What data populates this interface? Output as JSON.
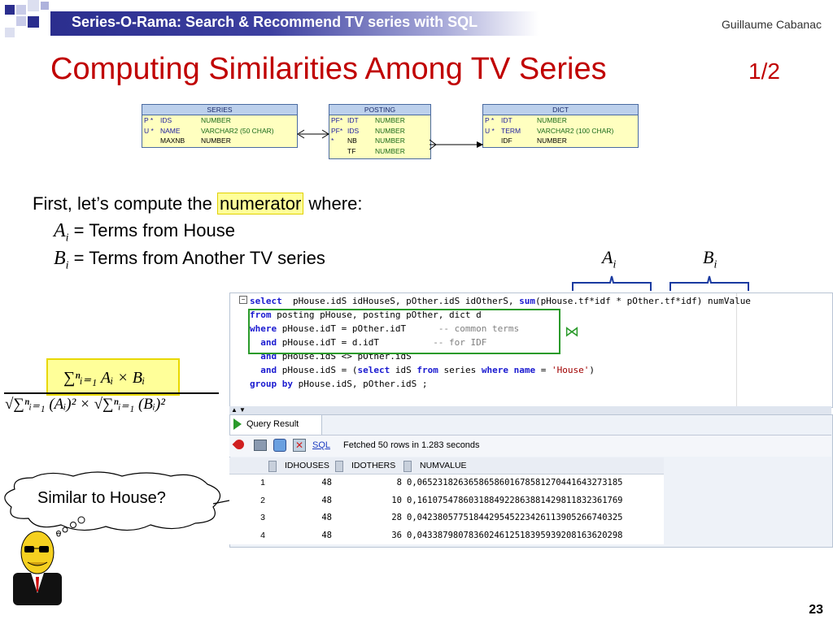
{
  "header": {
    "banner_title": "Series-O-Rama: Search & Recommend TV series with SQL",
    "author": "Guillaume Cabanac"
  },
  "slide": {
    "title": "Computing Similarities Among TV Series",
    "part": "1/2",
    "page_number": "23"
  },
  "schema": {
    "series": {
      "name": "SERIES",
      "rows": [
        {
          "key": "P  *",
          "col": "IDS",
          "type": "NUMBER"
        },
        {
          "key": "U  *",
          "col": "NAME",
          "type": "VARCHAR2 (50 CHAR)"
        },
        {
          "key": "",
          "col": "MAXNB",
          "type": "NUMBER"
        }
      ]
    },
    "posting": {
      "name": "POSTING",
      "rows": [
        {
          "key": "PF*",
          "col": "IDT",
          "type": "NUMBER"
        },
        {
          "key": "PF*",
          "col": "IDS",
          "type": "NUMBER"
        },
        {
          "key": "   *",
          "col": "NB",
          "type": "NUMBER"
        },
        {
          "key": "",
          "col": "TF",
          "type": "NUMBER"
        }
      ]
    },
    "dict": {
      "name": "DICT",
      "rows": [
        {
          "key": "P  *",
          "col": "IDT",
          "type": "NUMBER"
        },
        {
          "key": "U  *",
          "col": "TERM",
          "type": "VARCHAR2 (100 CHAR)"
        },
        {
          "key": "",
          "col": "IDF",
          "type": "NUMBER"
        }
      ]
    }
  },
  "text": {
    "intro_before": "First, let’s compute the ",
    "intro_highlight": "numerator",
    "intro_after": " where:",
    "a_var": "A",
    "a_sub": "i",
    "a_desc": " = Terms from House",
    "b_var": "B",
    "b_sub": "i",
    "b_desc": " = Terms from Another TV series",
    "label_a": "A",
    "label_a_sub": "i",
    "label_b": "B",
    "label_b_sub": "i"
  },
  "sql": {
    "lines": [
      [
        [
          "kw",
          "select"
        ],
        [
          "",
          "  pHouse.idS idHouseS, pOther.idS idOtherS, "
        ],
        [
          "kw",
          "sum"
        ],
        [
          "",
          "(pHouse.tf*idf * pOther.tf*idf) numValue"
        ]
      ],
      [
        [
          "kw",
          "from"
        ],
        [
          "",
          " posting pHouse, posting pOther, dict d"
        ]
      ],
      [
        [
          "kw",
          "where"
        ],
        [
          "",
          " pHouse.idT = pOther.idT      "
        ],
        [
          "cm",
          "-- common terms"
        ]
      ],
      [
        [
          "",
          "  "
        ],
        [
          "kw",
          "and"
        ],
        [
          "",
          " pHouse.idT = d.idT          "
        ],
        [
          "cm",
          "-- for IDF"
        ]
      ],
      [
        [
          "",
          "  "
        ],
        [
          "kw",
          "and"
        ],
        [
          "",
          " pHouse.idS <> pOther.idS"
        ]
      ],
      [
        [
          "",
          "  "
        ],
        [
          "kw",
          "and"
        ],
        [
          "",
          " pHouse.idS = ("
        ],
        [
          "kw",
          "select"
        ],
        [
          "",
          " idS "
        ],
        [
          "kw",
          "from"
        ],
        [
          "",
          " series "
        ],
        [
          "kw",
          "where"
        ],
        [
          "",
          " "
        ],
        [
          "kw",
          "name"
        ],
        [
          "",
          " = "
        ],
        [
          "st",
          "'House'"
        ],
        [
          "",
          ")"
        ]
      ],
      [
        [
          "kw",
          "group by"
        ],
        [
          "",
          " pHouse.idS, pOther.idS ;"
        ]
      ]
    ],
    "join_symbol": "⋈"
  },
  "results": {
    "tab_label": "Query Result",
    "sql_link": "SQL",
    "status": "Fetched 50 rows in 1.283 seconds",
    "columns": [
      "IDHOUSES",
      "IDOTHERS",
      "NUMVALUE"
    ],
    "rows": [
      {
        "n": "1",
        "idhouses": "48",
        "idothers": "8",
        "numvalue": "0,0652318263658658601678581270441643273185"
      },
      {
        "n": "2",
        "idhouses": "48",
        "idothers": "10",
        "numvalue": "0,1610754786031884922863881429811832361769"
      },
      {
        "n": "3",
        "idhouses": "48",
        "idothers": "28",
        "numvalue": "0,0423805775184429545223426113905266740325"
      },
      {
        "n": "4",
        "idhouses": "48",
        "idothers": "36",
        "numvalue": "0,0433879807836024612518395939208163620298"
      }
    ]
  },
  "formula": {
    "numerator": "∑ⁿᵢ₌₁ Aᵢ × Bᵢ",
    "denominator": "√∑ⁿᵢ₌₁ (Aᵢ)² × √∑ⁿᵢ₌₁ (Bᵢ)²"
  },
  "bubble": {
    "text": "Similar to House?"
  },
  "colors": {
    "title_red": "#c00000",
    "banner_blue": "#2b2e8e",
    "keyword_blue": "#1a1ad0",
    "highlight_yellow": "#ffff99",
    "join_green": "#2a9a2a"
  }
}
